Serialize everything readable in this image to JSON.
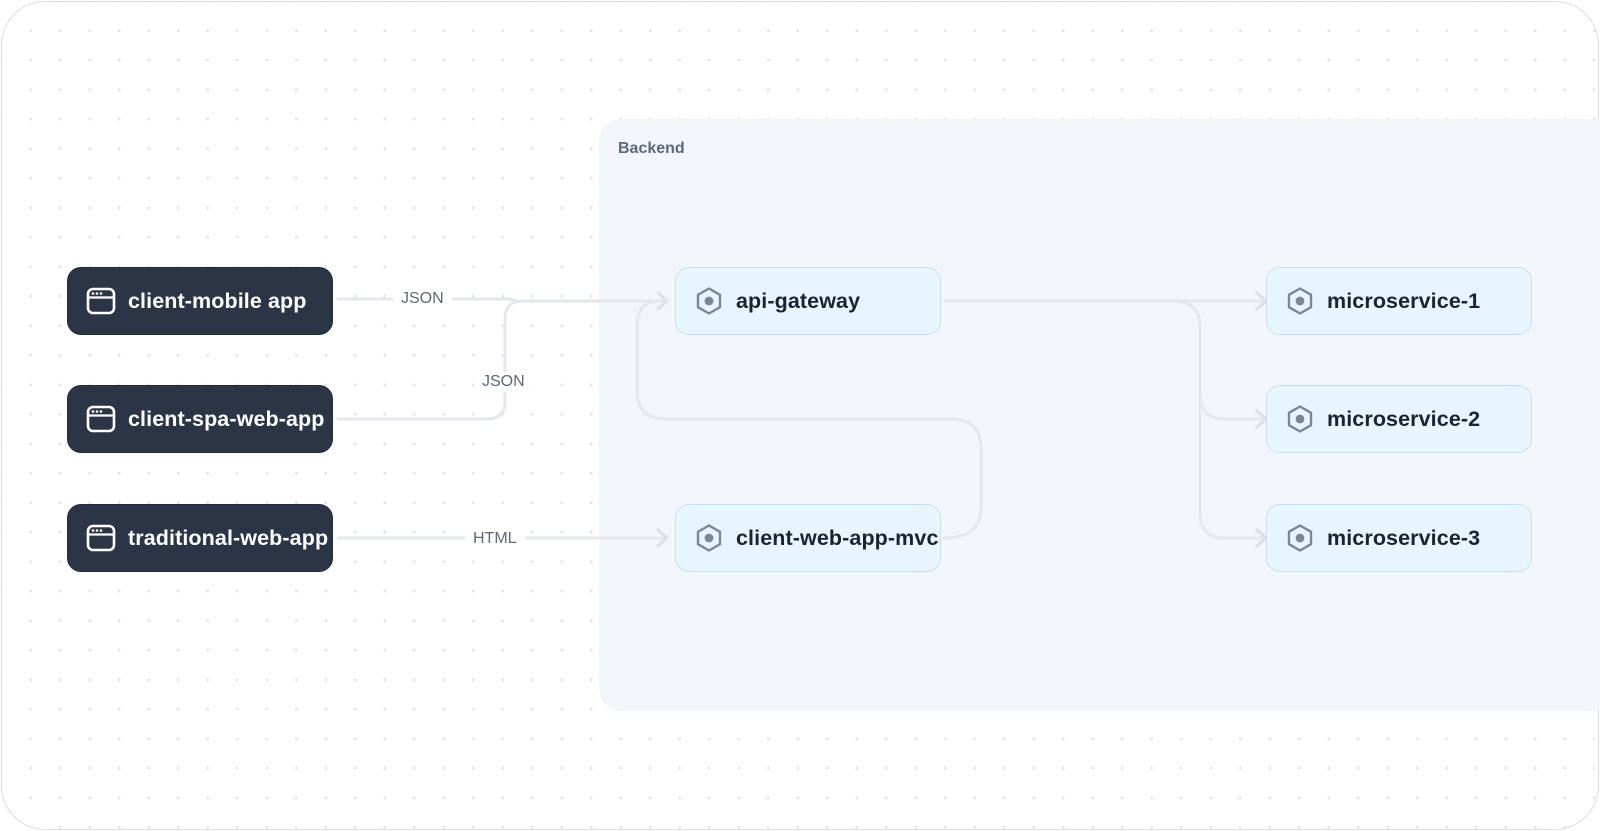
{
  "group": {
    "label": "Backend"
  },
  "nodes": {
    "client_mobile_app": {
      "label": "client-mobile app",
      "icon": "browser-window-icon"
    },
    "client_spa_web_app": {
      "label": "client-spa-web-app",
      "icon": "browser-window-icon"
    },
    "traditional_web_app": {
      "label": "traditional-web-app",
      "icon": "browser-window-icon"
    },
    "api_gateway": {
      "label": "api-gateway",
      "icon": "hexagon-service-icon"
    },
    "client_web_app_mvc": {
      "label": "client-web-app-mvc",
      "icon": "hexagon-service-icon"
    },
    "microservice_1": {
      "label": "microservice-1",
      "icon": "hexagon-service-icon"
    },
    "microservice_2": {
      "label": "microservice-2",
      "icon": "hexagon-service-icon"
    },
    "microservice_3": {
      "label": "microservice-3",
      "icon": "hexagon-service-icon"
    }
  },
  "edges": [
    {
      "from": "client-mobile app",
      "to": "api-gateway",
      "label": "JSON"
    },
    {
      "from": "client-spa-web-app",
      "to": "api-gateway",
      "label": "JSON"
    },
    {
      "from": "traditional-web-app",
      "to": "client-web-app-mvc",
      "label": "HTML"
    },
    {
      "from": "client-web-app-mvc",
      "to": "api-gateway",
      "label": ""
    },
    {
      "from": "api-gateway",
      "to": "microservice-1",
      "label": ""
    },
    {
      "from": "api-gateway",
      "to": "microservice-2",
      "label": ""
    },
    {
      "from": "api-gateway",
      "to": "microservice-3",
      "label": ""
    }
  ],
  "colors": {
    "client_node_bg": "#2b3546",
    "service_node_bg": "#e7f6fe",
    "service_node_border": "#c7def0",
    "group_bg": "#f2f6fa",
    "edge": "#e4e7ec"
  }
}
